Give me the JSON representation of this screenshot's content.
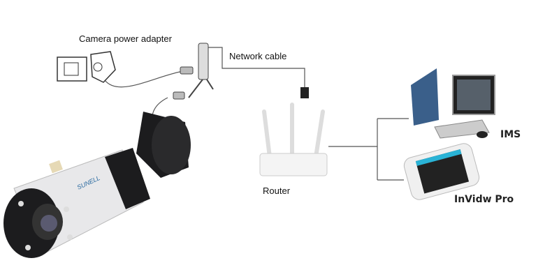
{
  "labels": {
    "power_adapter": "Camera power adapter",
    "network_cable": "Network cable",
    "router": "Router",
    "ims": "IMS",
    "mobile_app": "InVidw Pro"
  },
  "camera_brand": "sunell",
  "colors": {
    "line": "#555555",
    "camera_body": "#e8e8ea",
    "camera_dark": "#1c1c1e",
    "router": "#f4f4f4",
    "screen_accent": "#2ab3d6"
  }
}
